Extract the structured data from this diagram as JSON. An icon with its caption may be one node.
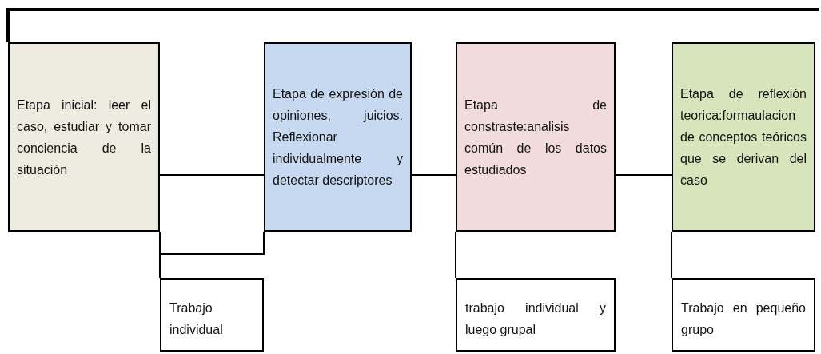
{
  "diagram": {
    "nodes": [
      {
        "text": [
          "Etapa inicial: leer el caso, estudiar y tomar conciencia de la situación"
        ]
      },
      {
        "text": [
          "Etapa de expresión de opiniones, juicios. Reflexionar individualmente y detectar descriptores"
        ]
      },
      {
        "text": [
          "Etapa de constraste:analisis común de los datos estudiados"
        ]
      },
      {
        "text": [
          "Etapa de reflexión teorica:formaulacion de conceptos teóricos que se derivan del caso"
        ]
      },
      {
        "text": [
          "Trabajo individual"
        ]
      },
      {
        "text": [
          "trabajo individual y luego grupal"
        ]
      },
      {
        "text": [
          "Trabajo en pequeño grupo"
        ]
      }
    ],
    "edges": [
      {
        "from": 0,
        "to": 1,
        "arrow": "none"
      },
      {
        "from": 1,
        "to": 2,
        "arrow": "none"
      },
      {
        "from": 2,
        "to": 3,
        "arrow": "none"
      },
      {
        "from": 0,
        "to": 4,
        "arrow": "none"
      },
      {
        "from": 1,
        "to": 4,
        "arrow": "none"
      },
      {
        "from": 2,
        "to": 5,
        "arrow": "none"
      },
      {
        "from": 3,
        "to": 6,
        "arrow": "none"
      },
      {
        "from": null,
        "to": 0,
        "arrow": "none",
        "style": "thick"
      }
    ]
  }
}
